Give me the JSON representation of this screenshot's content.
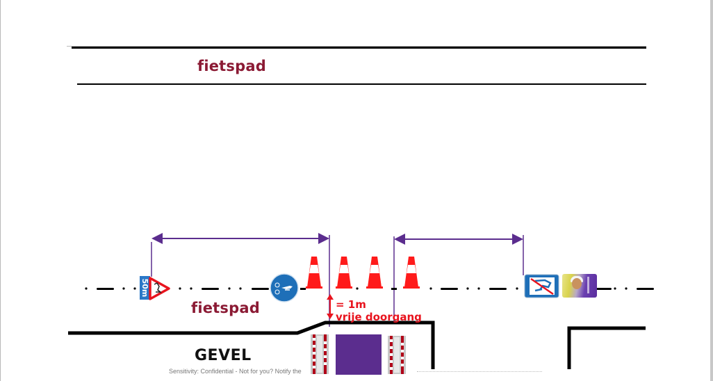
{
  "diagram": {
    "top_road_label": "fietspad",
    "bottom_road_label": "fietspad",
    "clearance_label_line1": "= 1m",
    "clearance_label_line2": "vrije doorgang",
    "facade_label": "GEVEL",
    "sign_distance_text": "50m",
    "signs": [
      {
        "name": "roadworks-warning-sign",
        "plate": "50m"
      },
      {
        "name": "mandatory-bicycle-path-sign"
      },
      {
        "name": "no-cycling-sign"
      },
      {
        "name": "worker-photo-card"
      }
    ],
    "cone_count": 4,
    "barrier_count": 2
  },
  "colors": {
    "road_label": "#8b1a34",
    "dimension_line": "#5b2d8e",
    "clearance_text": "#e8141e",
    "purple_block": "#5b2d8e",
    "sign_blue": "#1e6fb8",
    "cone_red": "#ff1a1a"
  },
  "footer": {
    "sensitivity_text": "Sensitivity: Confidential - Not for you? Notify the"
  }
}
